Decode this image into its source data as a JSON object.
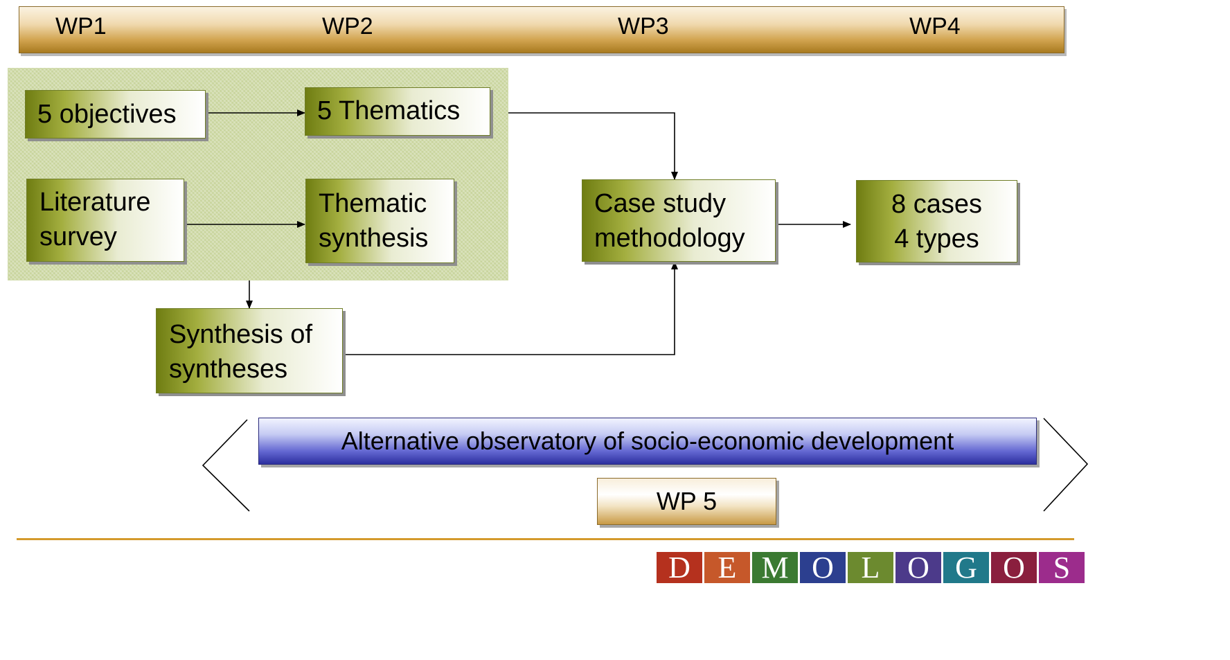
{
  "header": {
    "work_packages": [
      "WP1",
      "WP2",
      "WP3",
      "WP4"
    ]
  },
  "boxes": {
    "objectives": [
      "5 objectives"
    ],
    "thematics": [
      "5 Thematics"
    ],
    "literature": [
      "Literature",
      "survey"
    ],
    "thematic_synthesis": [
      "Thematic",
      "synthesis"
    ],
    "synthesis_of_syntheses": [
      "Synthesis of",
      "syntheses"
    ],
    "case_study": [
      "Case study",
      "methodology"
    ],
    "cases": [
      "8 cases",
      "4 types"
    ]
  },
  "observatory": {
    "label": "Alternative observatory of socio-economic development",
    "wp5_label": "WP 5"
  },
  "logo": {
    "letters": [
      {
        "letter": "D",
        "color": "#b5311e"
      },
      {
        "letter": "E",
        "color": "#c6582a"
      },
      {
        "letter": "M",
        "color": "#3b7a32"
      },
      {
        "letter": "O",
        "color": "#2c3f8f"
      },
      {
        "letter": "L",
        "color": "#6c8a2f"
      },
      {
        "letter": "O",
        "color": "#4c3a8a"
      },
      {
        "letter": "G",
        "color": "#21798a"
      },
      {
        "letter": "O",
        "color": "#8a1f3e"
      },
      {
        "letter": "S",
        "color": "#9c2c8c"
      }
    ]
  },
  "colors": {
    "accent_gold": "#d49a2c",
    "panel_green": "#c7d39a",
    "bar_blue": "#3a3db0"
  }
}
